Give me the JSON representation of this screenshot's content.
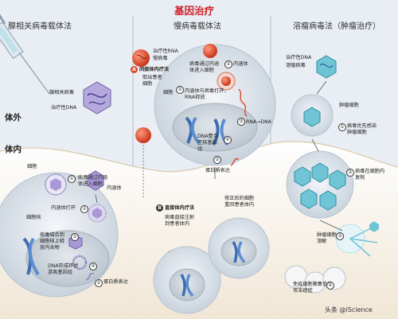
{
  "title": "基因治疗",
  "columns": {
    "aav": "腺相关病毒载体法",
    "lenti": "慢病毒载体法",
    "onco": "溶瘤病毒法（肿瘤治疗）"
  },
  "zones": {
    "outside": "体外",
    "inside": "体内"
  },
  "aav": {
    "virus_label": "腺相关病毒",
    "dna_label": "治疗性DNA",
    "cell_label": "细胞",
    "step1": "病毒通过内涵体进入细胞",
    "endosome_label": "内涵体",
    "nucleus_label": "细胞核",
    "endosome_rupture": "内涵体打开",
    "step3": "病毒结合到细胞核上释放内含物",
    "step4": "DNA形成环状游离基因组",
    "step5": "蛋白质表达"
  },
  "lenti": {
    "rna_label": "治疗性RNA",
    "virus_label": "慢病毒",
    "indirect_badge": "A",
    "indirect_title": "间接体内疗法",
    "indirect_desc": "取出患者细胞",
    "cell_label": "细胞",
    "step1": "病毒通过内涵体进入细胞",
    "step2": "内涵体与病毒打开，RNA释放",
    "rna_dna": "RNA→DNA",
    "step4": "DNA整合至核基因组",
    "step5": "蛋白质表达",
    "direct_badge": "B",
    "direct_title": "直接体内疗法",
    "direct_desc": "病毒直接注射到患者体内",
    "modified": "修正后的细胞重回患者体内"
  },
  "onco": {
    "dna_label": "治疗性DNA",
    "virus_label": "溶瘤病毒",
    "tumor_cell": "肿瘤细胞",
    "step1": "病毒优先感染肿瘤细胞",
    "step2": "病毒在细胞内复制",
    "step3": "肿瘤细胞溶解",
    "step4": "免疫细胞聚集协助攻击癌症"
  },
  "watermark": "头条 @iScience",
  "steps": [
    "①",
    "②",
    "③",
    "④",
    "⑤"
  ],
  "colors": {
    "title_red": "#d0222a",
    "virus_red": "#e0522e",
    "capsid_purple": "#9a88c8",
    "tumor_teal": "#6fc4d6",
    "background": "#e8eef3"
  }
}
